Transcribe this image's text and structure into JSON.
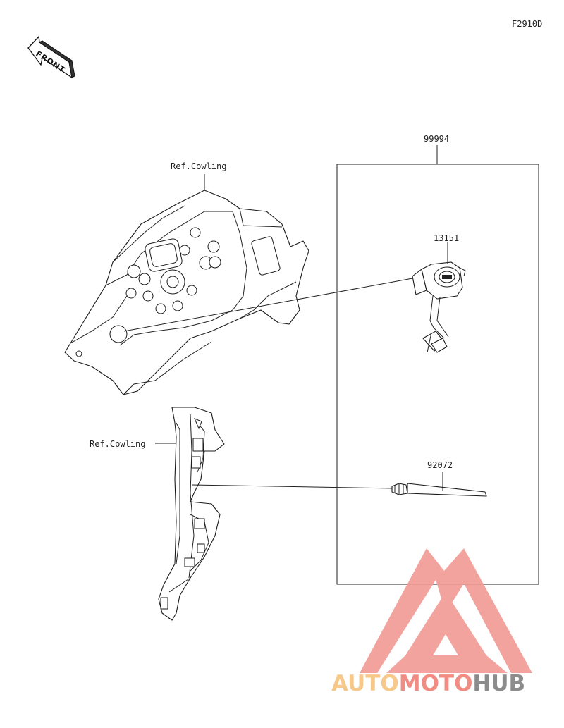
{
  "diagram_code": "F2910D",
  "front_label": "FRONT",
  "labels": {
    "kit": "99994",
    "socket": "13151",
    "band": "92072",
    "ref_upper": "Ref.Cowling",
    "ref_lower": "Ref.Cowling"
  },
  "watermark": {
    "part1": "AUTO",
    "part2": "MOTO",
    "part3": "HUB",
    "color1": "#f6c98a",
    "color2": "#f28b82",
    "color3": "#8c8c8c"
  },
  "colors": {
    "line": "#222222",
    "logo_triangle": "#f29a94"
  }
}
